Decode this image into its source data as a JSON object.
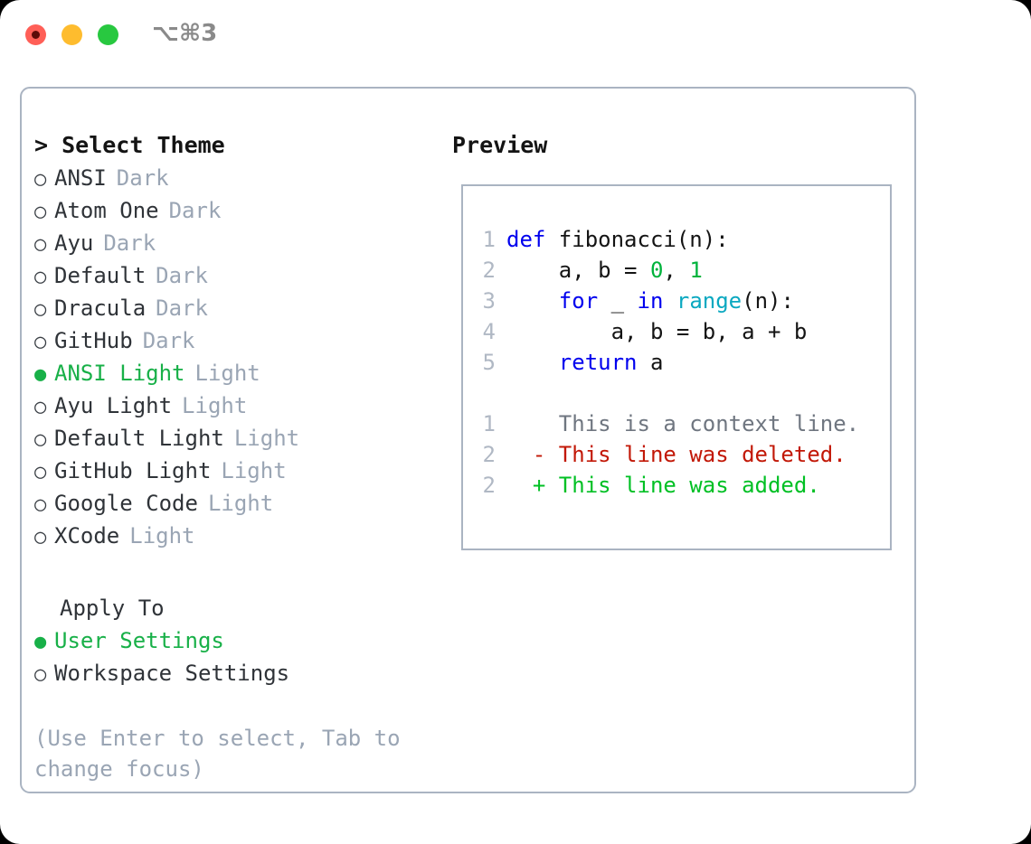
{
  "titlebar": {
    "shortcut": "⌥⌘3",
    "lights": [
      "close-red",
      "minimize-yellow",
      "maximize-green"
    ]
  },
  "left": {
    "heading": "> Select Theme",
    "themes": [
      {
        "marker": "○",
        "label": "ANSI",
        "badge": "Dark",
        "selected": false
      },
      {
        "marker": "○",
        "label": "Atom One",
        "badge": "Dark",
        "selected": false
      },
      {
        "marker": "○",
        "label": "Ayu",
        "badge": "Dark",
        "selected": false
      },
      {
        "marker": "○",
        "label": "Default",
        "badge": "Dark",
        "selected": false
      },
      {
        "marker": "○",
        "label": "Dracula",
        "badge": "Dark",
        "selected": false
      },
      {
        "marker": "○",
        "label": "GitHub",
        "badge": "Dark",
        "selected": false
      },
      {
        "marker": "●",
        "label": "ANSI Light",
        "badge": "Light",
        "selected": true
      },
      {
        "marker": "○",
        "label": "Ayu Light",
        "badge": "Light",
        "selected": false
      },
      {
        "marker": "○",
        "label": "Default Light",
        "badge": "Light",
        "selected": false
      },
      {
        "marker": "○",
        "label": "GitHub Light",
        "badge": "Light",
        "selected": false
      },
      {
        "marker": "○",
        "label": "Google Code",
        "badge": "Light",
        "selected": false
      },
      {
        "marker": "○",
        "label": "XCode",
        "badge": "Light",
        "selected": false
      }
    ],
    "apply_to_heading": "Apply To",
    "apply_to": [
      {
        "marker": "●",
        "label": "User Settings",
        "selected": true
      },
      {
        "marker": "○",
        "label": "Workspace Settings",
        "selected": false
      }
    ],
    "hint": "(Use Enter to select, Tab to change focus)"
  },
  "right": {
    "heading": "Preview",
    "code": [
      {
        "no": "1",
        "tokens": [
          {
            "t": "def",
            "c": "kw"
          },
          {
            "t": " fibonacci(n):",
            "c": "id"
          }
        ]
      },
      {
        "no": "2",
        "tokens": [
          {
            "t": "    a, b = ",
            "c": "id"
          },
          {
            "t": "0",
            "c": "num"
          },
          {
            "t": ", ",
            "c": "id"
          },
          {
            "t": "1",
            "c": "num"
          }
        ]
      },
      {
        "no": "3",
        "tokens": [
          {
            "t": "    ",
            "c": "id"
          },
          {
            "t": "for",
            "c": "kw"
          },
          {
            "t": " _ ",
            "c": "id"
          },
          {
            "t": "in",
            "c": "kw"
          },
          {
            "t": " ",
            "c": "id"
          },
          {
            "t": "range",
            "c": "fn"
          },
          {
            "t": "(n):",
            "c": "id"
          }
        ]
      },
      {
        "no": "4",
        "tokens": [
          {
            "t": "        a, b = b, a + b",
            "c": "id"
          }
        ]
      },
      {
        "no": "5",
        "tokens": [
          {
            "t": "    ",
            "c": "id"
          },
          {
            "t": "return",
            "c": "kw"
          },
          {
            "t": " a",
            "c": "id"
          }
        ]
      }
    ],
    "diff": [
      {
        "no": "1",
        "sign": " ",
        "text": "This is a context line.",
        "kind": "ctx"
      },
      {
        "no": "2",
        "sign": "-",
        "text": "This line was deleted.",
        "kind": "del"
      },
      {
        "no": "2",
        "sign": "+",
        "text": "This line was added.",
        "kind": "add"
      }
    ]
  },
  "colors": {
    "accent_green": "#18b048",
    "muted": "#9aa5b4",
    "border": "#aab4c2",
    "keyword": "#0000ee",
    "function": "#0aa8c0",
    "number": "#00b33c",
    "diff_delete": "#c21807",
    "diff_add": "#00c024",
    "light_red": "#ff5f57",
    "light_yellow": "#febc2e",
    "light_green": "#28c840"
  }
}
